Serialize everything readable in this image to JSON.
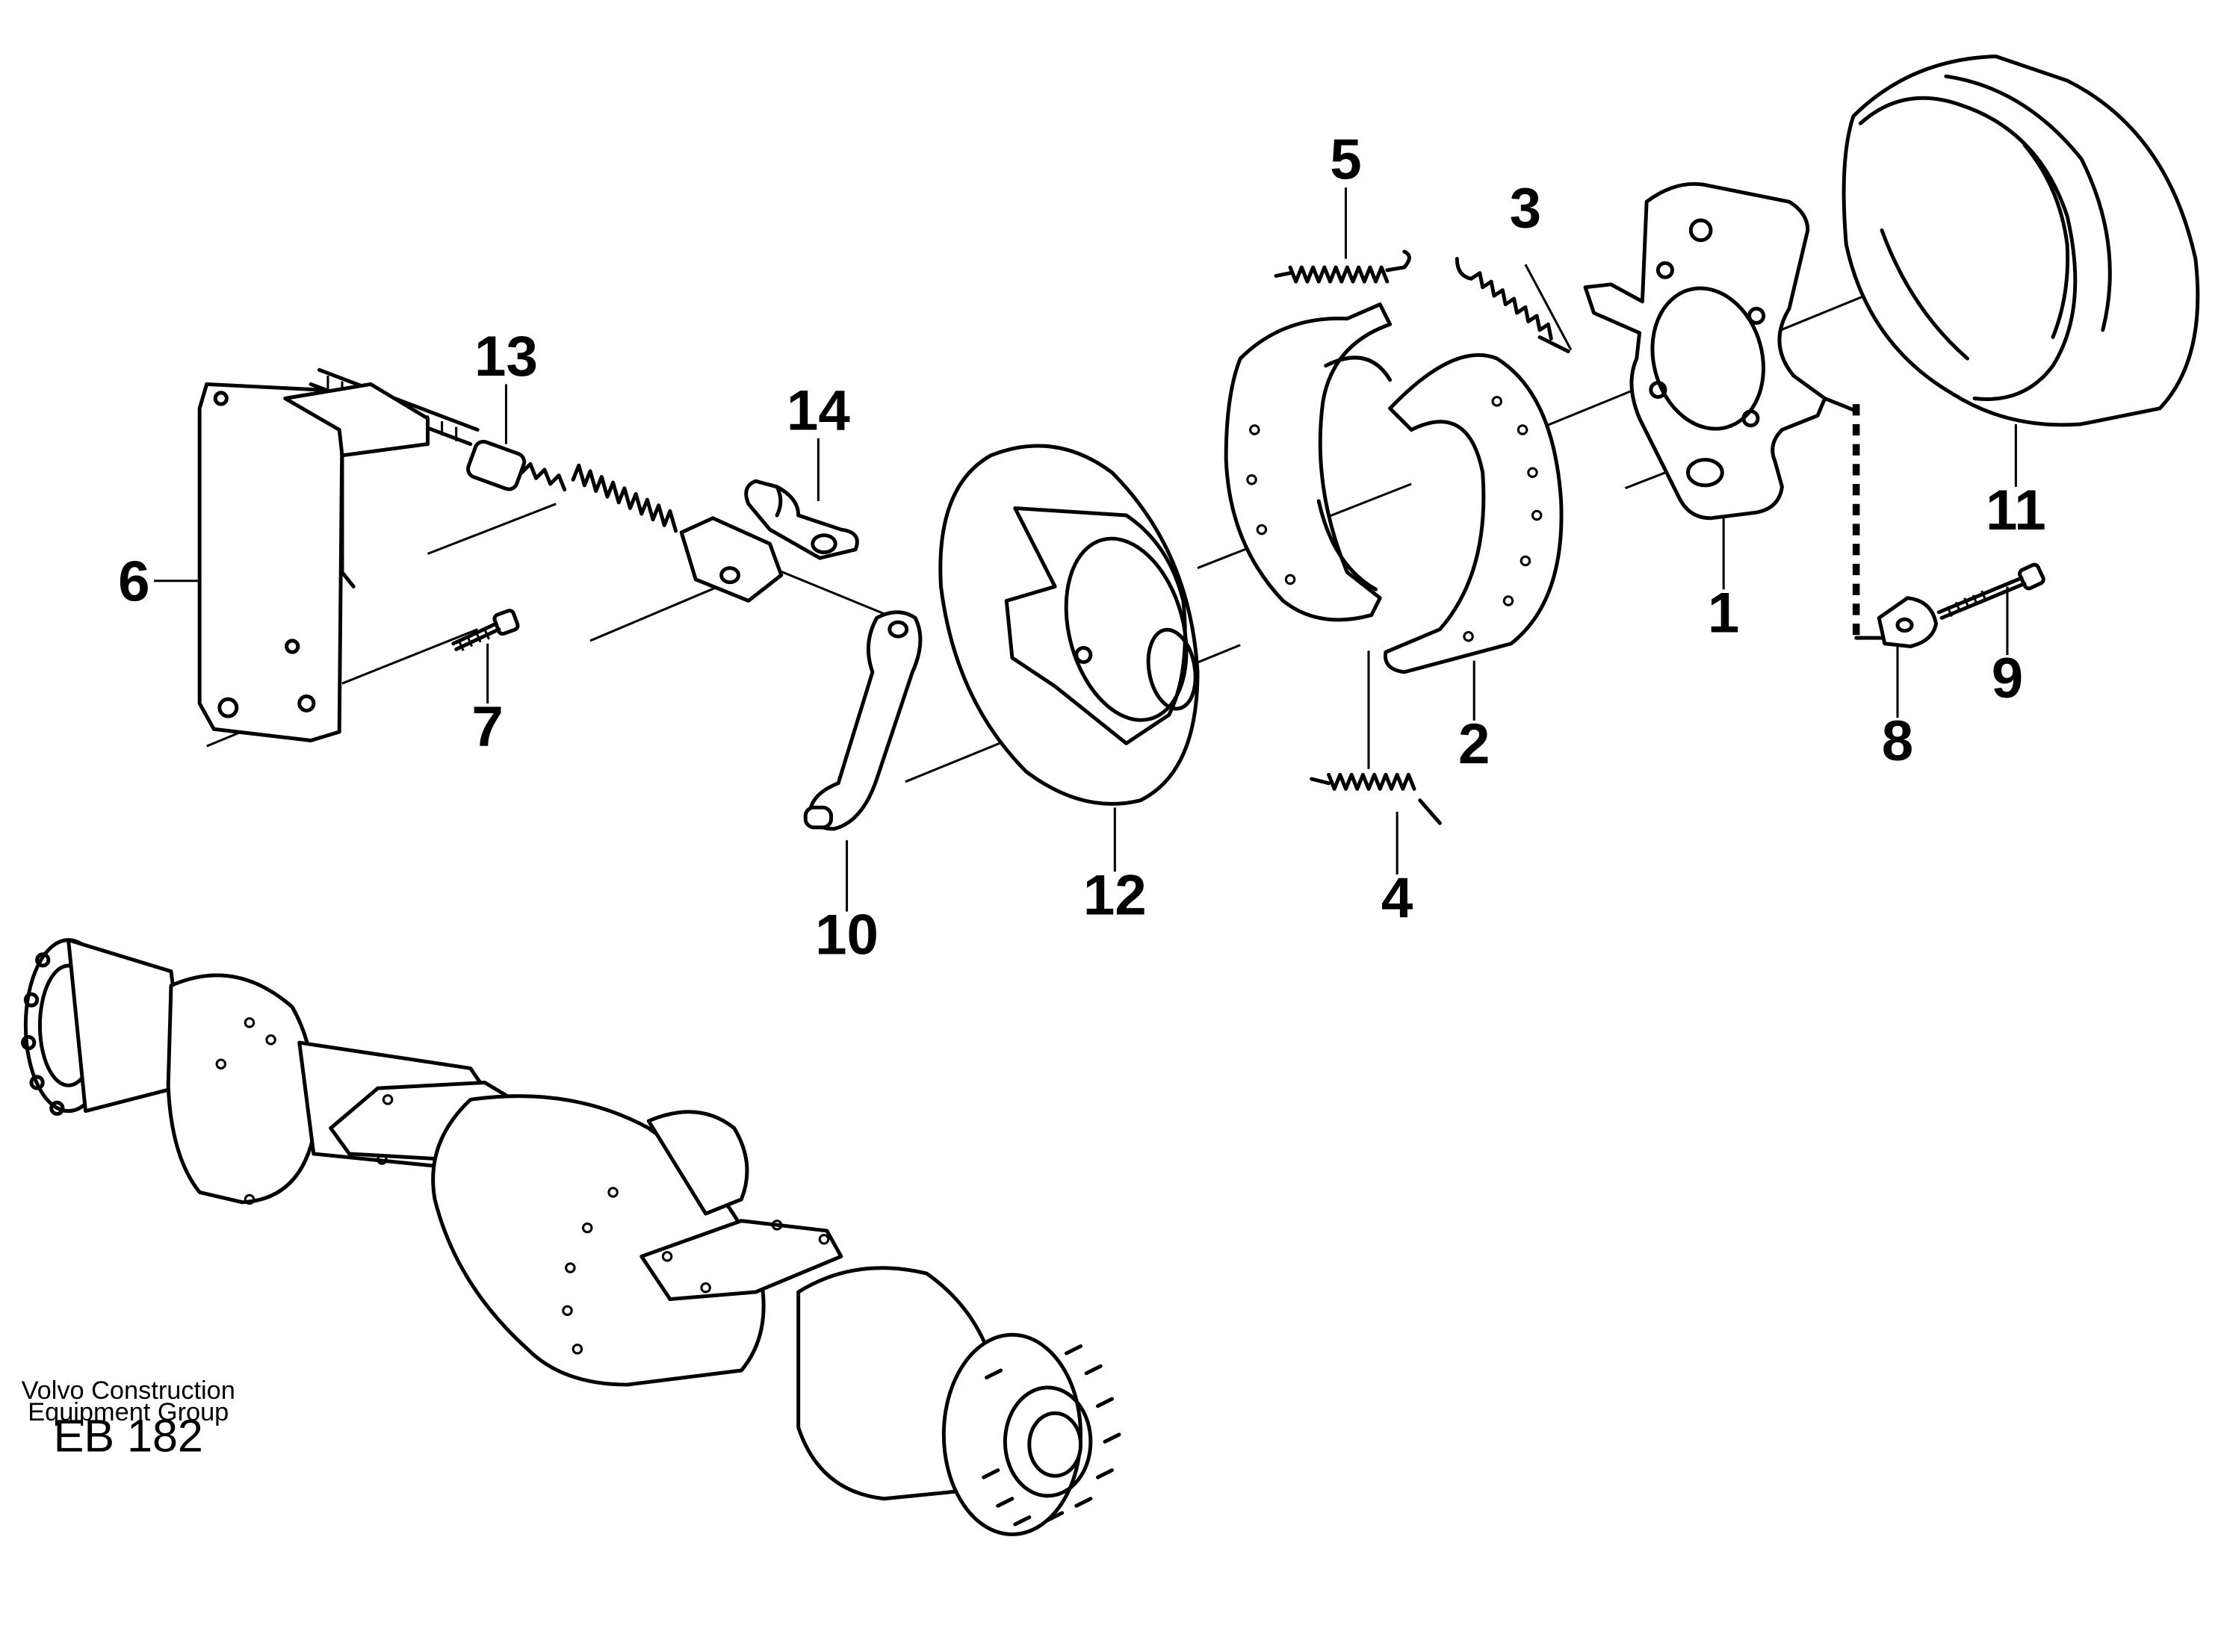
{
  "callouts": [
    "1",
    "2",
    "3",
    "4",
    "5",
    "6",
    "7",
    "8",
    "9",
    "10",
    "11",
    "12",
    "13",
    "14"
  ],
  "credit": {
    "line1": "Volvo Construction",
    "line2": "Equipment Group",
    "code": "EB 182"
  }
}
